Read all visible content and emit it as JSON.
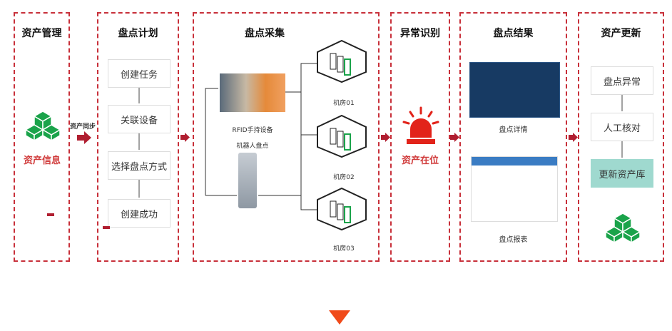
{
  "stages": [
    {
      "title": "资产管理",
      "label": "资产信息"
    },
    {
      "title": "盘点计划",
      "steps": [
        "创建任务",
        "关联设备",
        "选择盘点方式",
        "创建成功"
      ]
    },
    {
      "title": "盘点采集",
      "devices": [
        "RFID手持设备",
        "机器人盘点"
      ],
      "rooms": [
        "机房01",
        "机房02",
        "机房03"
      ]
    },
    {
      "title": "异常识别",
      "label": "资产在位"
    },
    {
      "title": "盘点结果",
      "items": [
        "盘点详情",
        "盘点报表"
      ]
    },
    {
      "title": "资产更新",
      "steps": [
        "盘点异常",
        "人工核对",
        "更新资产库"
      ]
    }
  ],
  "connector_label": "资产同步",
  "colors": {
    "dash": "#c8303a",
    "arrow": "#b01e30",
    "green": "#1aa34a",
    "teal": "#9fd9cf",
    "alarm": "#e2231a"
  }
}
